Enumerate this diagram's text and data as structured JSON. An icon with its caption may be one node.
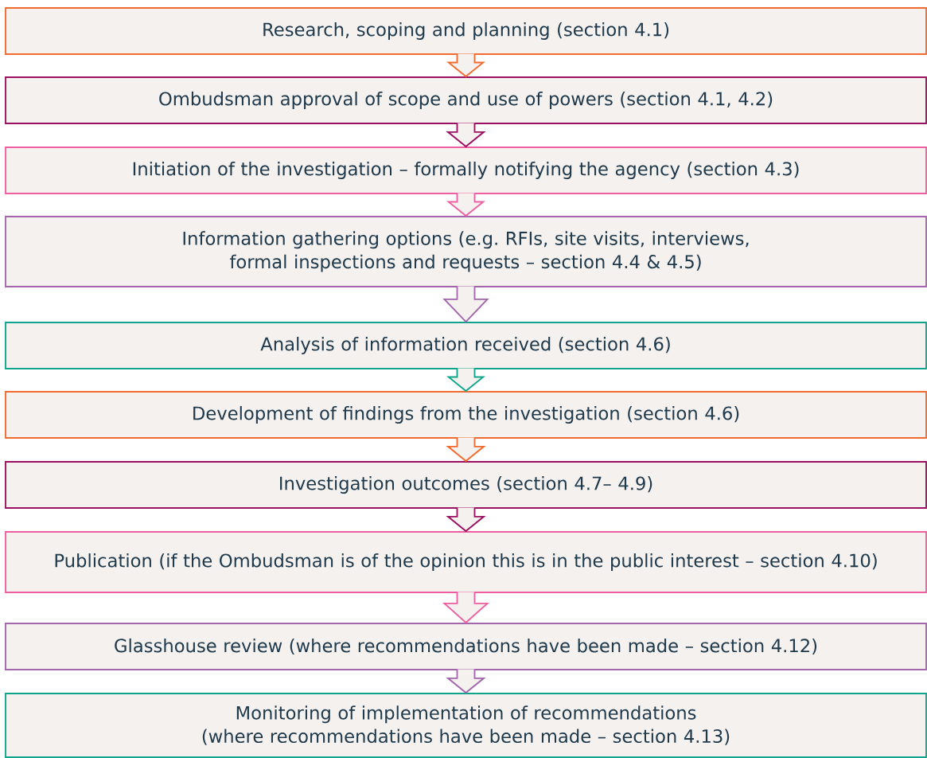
{
  "diagram": {
    "nodes": [
      {
        "text": [
          "Research, scoping and planning (section 4.1)"
        ]
      },
      {
        "text": [
          "Ombudsman approval of scope and use of powers (section 4.1, 4.2)"
        ]
      },
      {
        "text": [
          "Initiation of the investigation – formally notifying the agency (section 4.3)"
        ]
      },
      {
        "text": [
          "Information gathering options (e.g. RFIs, site visits, interviews, formal inspections and requests –  section 4.4 & 4.5)"
        ]
      },
      {
        "text": [
          "Analysis of information received (section 4.6)"
        ]
      },
      {
        "text": [
          "Development of findings from the investigation (section 4.6)"
        ]
      },
      {
        "text": [
          "Investigation outcomes (section 4.7– 4.9)"
        ]
      },
      {
        "text": [
          "Publication (if the Ombudsman is of the opinion this is in the public interest – section 4.10)"
        ]
      },
      {
        "text": [
          "Glasshouse review (where recommendations have been made – section 4.12)"
        ]
      },
      {
        "text": [
          "Monitoring of implementation of recommendations (where recommendations have been made –  section 4.13)"
        ]
      }
    ],
    "edges": [
      {
        "from": 0,
        "to": 1,
        "arrow": "to",
        "color": "#f26a2e"
      },
      {
        "from": 1,
        "to": 2,
        "arrow": "to",
        "color": "#9b1060"
      },
      {
        "from": 2,
        "to": 3,
        "arrow": "to",
        "color": "#ee5ea0"
      },
      {
        "from": 3,
        "to": 4,
        "arrow": "to",
        "color": "#a366ad"
      },
      {
        "from": 4,
        "to": 5,
        "arrow": "to",
        "color": "#0ea58c"
      },
      {
        "from": 5,
        "to": 6,
        "arrow": "to",
        "color": "#f26a2e"
      },
      {
        "from": 6,
        "to": 7,
        "arrow": "to",
        "color": "#9b1060"
      },
      {
        "from": 7,
        "to": 8,
        "arrow": "to",
        "color": "#ee5ea0"
      },
      {
        "from": 8,
        "to": 9,
        "arrow": "to",
        "color": "#a366ad"
      }
    ]
  }
}
